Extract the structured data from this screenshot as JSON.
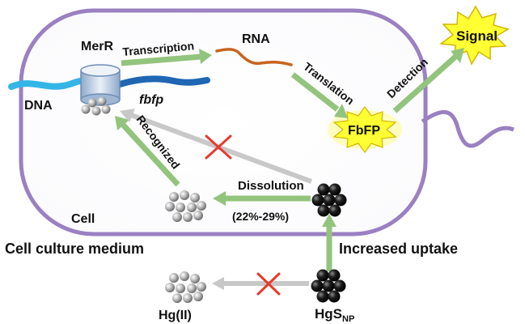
{
  "labels": {
    "merr": "MerR",
    "dna": "DNA",
    "fbfp_gene": "fbfp",
    "transcription": "Transcription",
    "rna": "RNA",
    "translation": "Translation",
    "fbfp_protein": "FbFP",
    "detection": "Detection",
    "signal": "Signal",
    "recognized": "Recognized",
    "dissolution": "Dissolution",
    "dissolution_pct": "(22%-29%)",
    "cell": "Cell",
    "medium": "Cell culture medium",
    "increased_uptake": "Increased uptake",
    "hg2": "Hg(II)",
    "hgs_main": "HgS",
    "hgs_sub": "NP"
  },
  "colors": {
    "cell_membrane": "#9b80c2",
    "arrow_green": "#93c47d",
    "arrow_gray": "#c8c8c8",
    "dna": "#33b5e8",
    "fbfp_gene": "#1f66b3",
    "rna": "#c8641e",
    "burst_fill": "#ffff33",
    "burst_stroke": "#d6b400",
    "cross": "#e63b2e"
  }
}
